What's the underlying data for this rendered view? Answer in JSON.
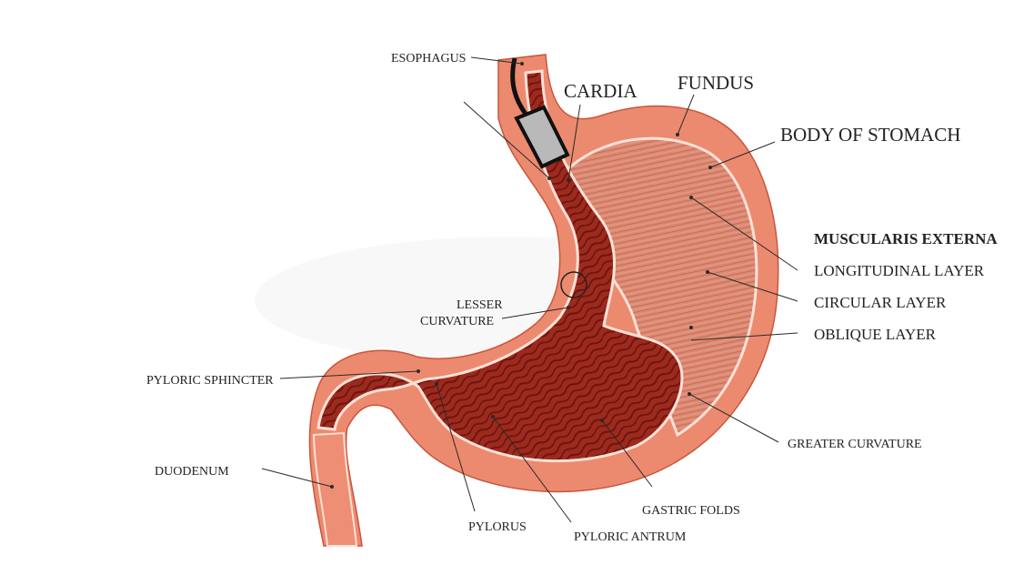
{
  "labels": {
    "esophagus": "ESOPHAGUS",
    "cardia": "CARDIA",
    "fundus": "FUNDUS",
    "body_of_stomach": "BODY OF STOMACH",
    "muscularis_externa": "MUSCULARIS EXTERNA",
    "longitudinal_layer": "LONGITUDINAL LAYER",
    "circular_layer": "CIRCULAR LAYER",
    "oblique_layer": "OBLIQUE LAYER",
    "lesser_curvature_line1": "LESSER",
    "lesser_curvature_line2": "CURVATURE",
    "pyloric_sphincter": "PYLORIC SPHINCTER",
    "greater_curvature": "GREATER CURVATURE",
    "duodenum": "DUODENUM",
    "gastric_folds": "GASTRIC FOLDS",
    "pylorus": "PYLORUS",
    "pyloric_antrum": "PYLORIC ANTRUM"
  },
  "colors": {
    "outer_wall": "#ec8a70",
    "outer_wall_stroke": "#c9553c",
    "muscle": "#dc8a74",
    "muscle_stripe": "#c86c56",
    "mucosa": "#9c2a1e",
    "mucosa_fold": "#6e140d",
    "rim": "#fbe1d6",
    "leader": "#2a2a2a",
    "scope_fill": "#b9b9b9"
  },
  "icons": [
    "endoscope-icon",
    "circle-marker-icon"
  ]
}
